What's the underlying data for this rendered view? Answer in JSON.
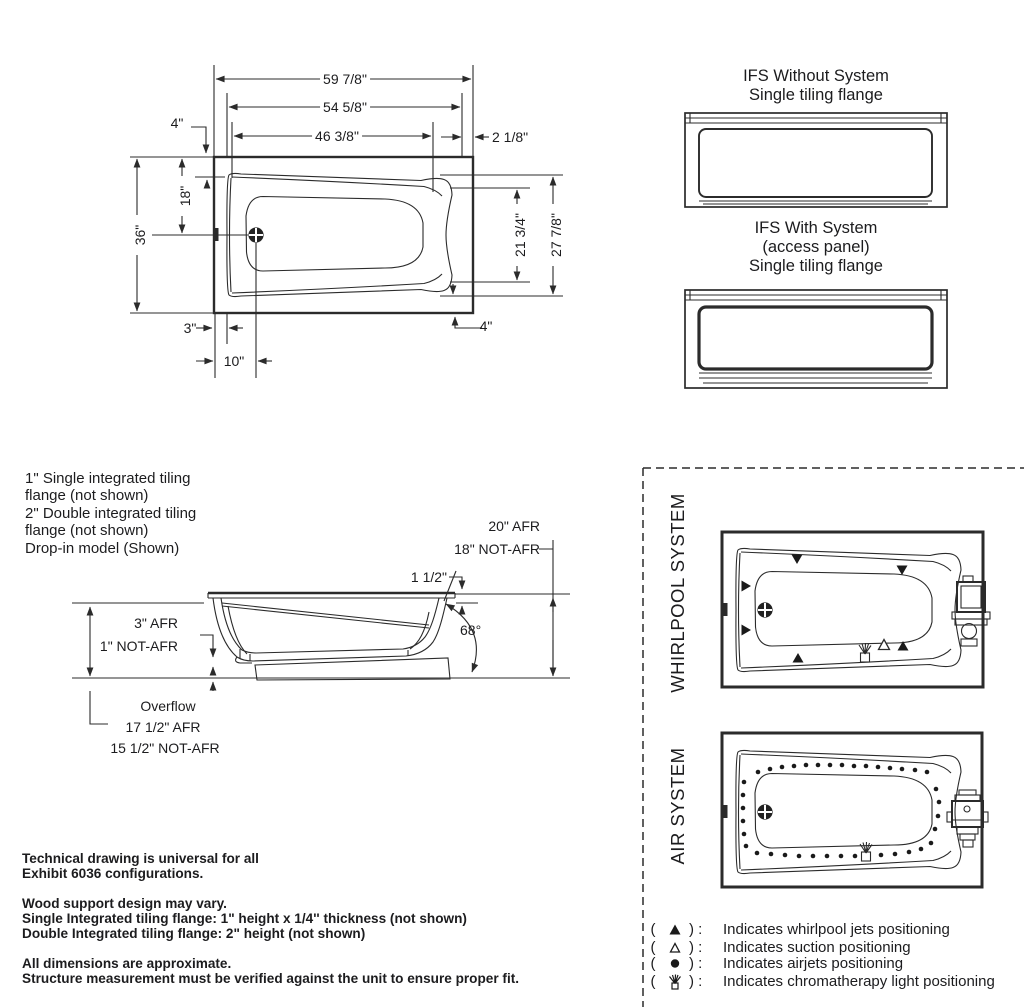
{
  "top_view": {
    "width_overall": "59 7/8\"",
    "width_rim": "54 5/8\"",
    "width_basin": "46 3/8\"",
    "rim_top": "4\"",
    "offset_right": "2 1/8\"",
    "drain_from_top": "18\"",
    "depth_overall": "36\"",
    "basin_depth": "21 3/4\"",
    "rim_depth": "27 7/8\"",
    "rim_left": "3\"",
    "rim_bottom_right": "4\"",
    "drain_from_left": "10\""
  },
  "ifs_without": {
    "line1": "IFS Without System",
    "line2": "Single tiling flange"
  },
  "ifs_with": {
    "line1": "IFS With System",
    "line2": "(access panel)",
    "line3": "Single tiling flange"
  },
  "flange_note": {
    "lines": [
      "1\" Single integrated tiling",
      "flange (not shown)",
      "2\" Double integrated tiling",
      "flange (not shown)",
      "Drop-in model (Shown)"
    ]
  },
  "side_view": {
    "height_afr": "20\" AFR",
    "height_not_afr": "18\" NOT-AFR",
    "deck_thickness": "1 1/2\"",
    "wall_angle": "68°",
    "base_afr": "3\" AFR",
    "base_not_afr": "1\" NOT-AFR",
    "overflow_label": "Overflow",
    "overflow_afr": "17 1/2\" AFR",
    "overflow_not_afr": "15 1/2\" NOT-AFR"
  },
  "systems": {
    "whirlpool": "WHIRLPOOL SYSTEM",
    "air": "AIR SYSTEM"
  },
  "notes": {
    "para1": [
      "Technical drawing is universal for all",
      "Exhibit 6036 configurations."
    ],
    "para2": [
      "Wood support design may vary.",
      "Single Integrated tiling flange: 1\" height x 1/4'' thickness (not shown)",
      "Double Integrated tiling flange: 2\" height (not shown)"
    ],
    "para3": [
      "All dimensions are approximate.",
      "Structure measurement must be verified against the unit to ensure proper fit."
    ]
  },
  "legend": {
    "paren_open": "(",
    "paren_close": ") :",
    "items": [
      {
        "icon": "whirlpool-jet",
        "text": "Indicates whirlpool jets positioning"
      },
      {
        "icon": "suction",
        "text": "Indicates suction positioning"
      },
      {
        "icon": "airjet",
        "text": "Indicates airjets positioning"
      },
      {
        "icon": "chromatherapy-light",
        "text": "Indicates chromatherapy light positioning"
      }
    ]
  }
}
